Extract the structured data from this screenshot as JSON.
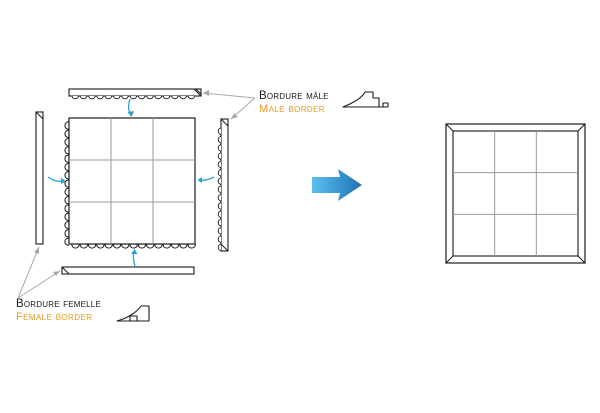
{
  "labels": {
    "male_fr": "Bordure mâle",
    "male_en": "Male border",
    "female_fr": "Bordure femelle",
    "female_en": "Female border"
  },
  "grid": {
    "rows": 3,
    "cols": 3
  },
  "colors": {
    "outline": "#1a1a1a",
    "grid": "#9a9a9a",
    "accent_text": "#e39a1d",
    "small_arrow": "#2aa1cf",
    "pointer_line": "#a8a8a8",
    "big_arrow_light": "#5cc0ee",
    "big_arrow_dark": "#1f70b8"
  }
}
